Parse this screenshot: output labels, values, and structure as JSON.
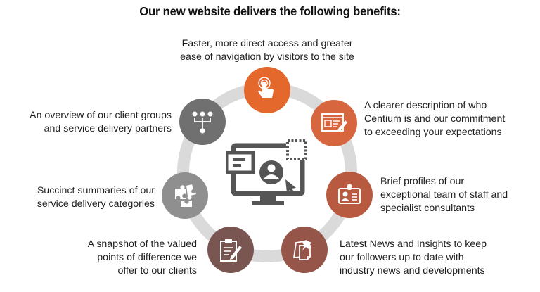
{
  "title": "Our new website delivers the following benefits:",
  "center": {
    "icon": "monitor-user-icon",
    "color": "#555555"
  },
  "ring_color": "#dadada",
  "benefits": [
    {
      "id": "navigation",
      "icon": "touch-hand-icon",
      "color": "#e4682b",
      "lines": [
        "Faster, more direct access and greater",
        "ease of navigation by visitors to the site"
      ]
    },
    {
      "id": "description",
      "icon": "web-editor-icon",
      "color": "#d7663f",
      "lines": [
        "A clearer description of who",
        "Centium is and our commitment",
        "to exceeding your expectations"
      ]
    },
    {
      "id": "profiles",
      "icon": "id-badge-icon",
      "color": "#b85a40",
      "lines": [
        "Brief profiles of our",
        "exceptional team of staff and",
        "specialist consultants"
      ]
    },
    {
      "id": "news",
      "icon": "pinned-notes-icon",
      "color": "#955548",
      "lines": [
        "Latest News and Insights to keep",
        "our followers up to date with",
        "industry news and developments"
      ]
    },
    {
      "id": "snapshot",
      "icon": "clipboard-pen-icon",
      "color": "#7a5652",
      "lines": [
        "A snapshot of the valued",
        "points of difference we",
        "offer to our clients"
      ]
    },
    {
      "id": "summaries",
      "icon": "puzzle-icon",
      "color": "#8f8f8f",
      "lines": [
        "Succinct summaries  of our",
        "service delivery categories"
      ]
    },
    {
      "id": "overview",
      "icon": "hierarchy-icon",
      "color": "#707070",
      "lines": [
        "An overview of our client groups",
        "and service delivery partners"
      ]
    }
  ]
}
